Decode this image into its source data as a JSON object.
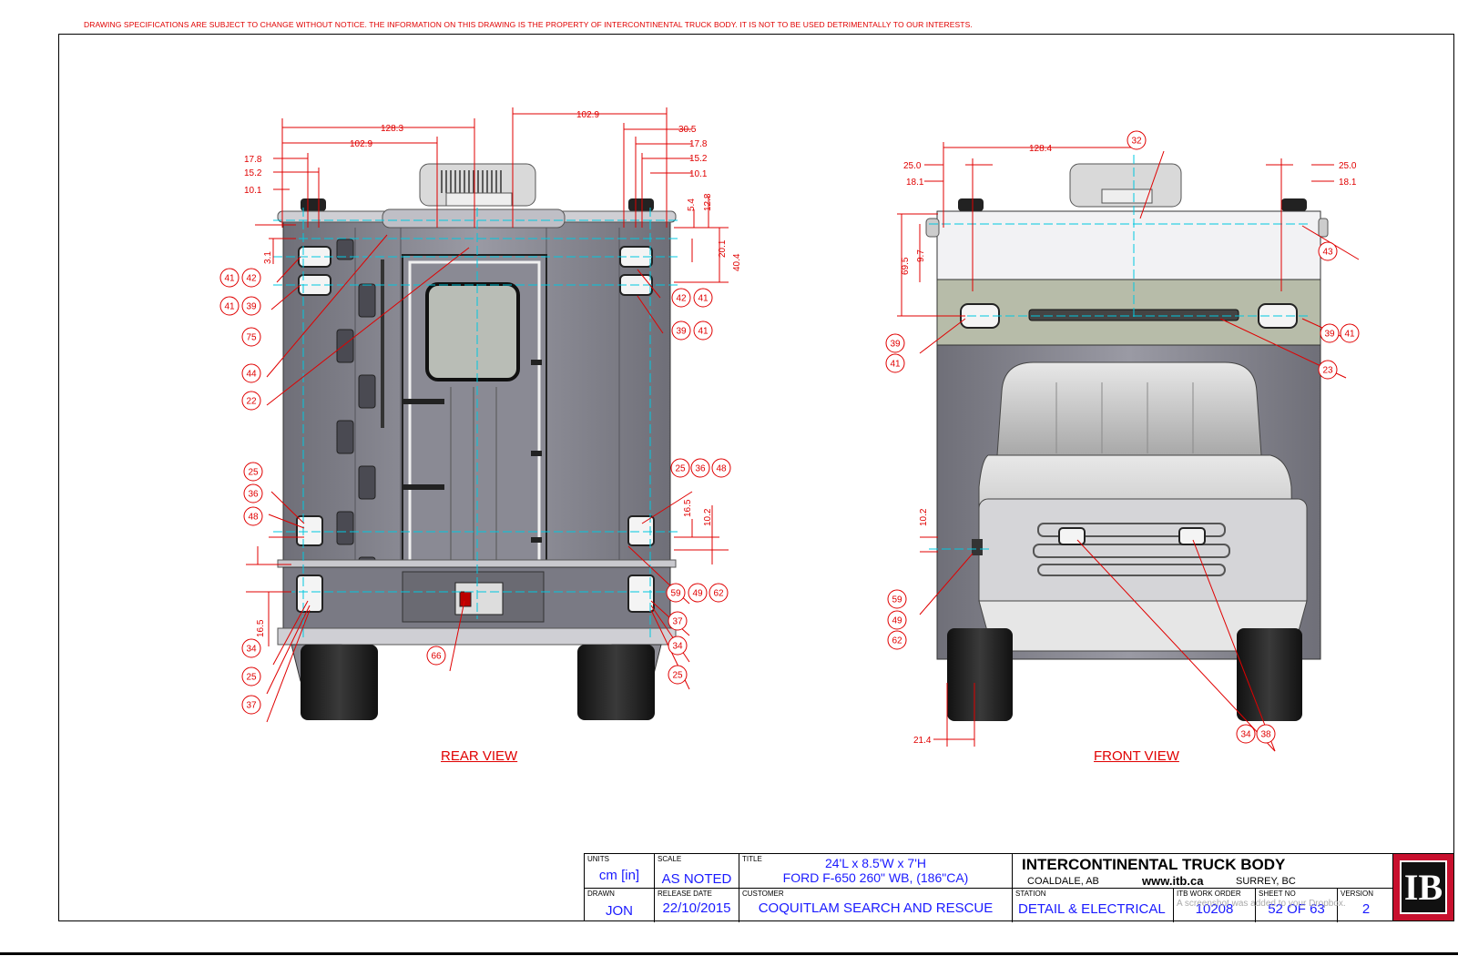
{
  "disclaimer": "DRAWING SPECIFICATIONS ARE SUBJECT TO CHANGE WITHOUT NOTICE. THE INFORMATION ON THIS DRAWING IS THE PROPERTY OF INTERCONTINENTAL TRUCK BODY. IT IS NOT TO BE USED DETRIMENTALLY TO OUR INTERESTS.",
  "views": {
    "rear_label": "REAR VIEW",
    "front_label": "FRONT VIEW"
  },
  "dimensions": {
    "rear": [
      "128.3",
      "102.9",
      "102.9",
      "30.5",
      "17.8",
      "15.2",
      "10.1",
      "17.8",
      "15.2",
      "10.1",
      "5.4",
      "12.8",
      "3.1",
      "20.1",
      "40.4",
      "16.5",
      "10.2",
      "16.5"
    ],
    "front": [
      "128.4",
      "25.0",
      "18.1",
      "25.0",
      "18.1",
      "69.5",
      "9.7",
      "10.2",
      "21.4"
    ]
  },
  "callouts": {
    "rear": [
      "41",
      "42",
      "41",
      "39",
      "75",
      "44",
      "22",
      "42",
      "41",
      "39",
      "41",
      "25",
      "36",
      "48",
      "25",
      "36",
      "48",
      "59",
      "49",
      "62",
      "37",
      "34",
      "25",
      "37",
      "34",
      "25",
      "66"
    ],
    "front": [
      "32",
      "43",
      "39",
      "41",
      "39",
      "41",
      "23",
      "59",
      "49",
      "62",
      "34",
      "38"
    ]
  },
  "title_block": {
    "units_caption": "UNITS",
    "units_value": "cm [in]",
    "scale_caption": "SCALE",
    "scale_value": "AS NOTED",
    "title_caption": "TITLE",
    "title_line1": "24'L x 8.5'W x 7'H",
    "title_line2": "FORD F-650 260\" WB, (186\"CA)",
    "drawn_caption": "DRAWN",
    "drawn_value": "JON",
    "release_caption": "RELEASE DATE",
    "release_value": "22/10/2015",
    "customer_caption": "CUSTOMER",
    "customer_value": "COQUITLAM SEARCH AND RESCUE",
    "company": "INTERCONTINENTAL TRUCK BODY",
    "location1": "COALDALE, AB",
    "website": "www.itb.ca",
    "location2": "SURREY, BC",
    "station_caption": "STATION",
    "station_value": "DETAIL & ELECTRICAL",
    "work_order_caption": "ITB WORK ORDER",
    "work_order_value": "10208",
    "sheet_caption": "SHEET NO",
    "sheet_value": "52 OF 63",
    "version_caption": "VERSION",
    "version_value": "2",
    "logo_text": "IB"
  },
  "notification": "A screenshot was added to your Dropbox.",
  "colors": {
    "dimension": "#e00000",
    "centerline": "#00c8e0",
    "body": "#8c8c96",
    "value": "#1a1aff"
  }
}
